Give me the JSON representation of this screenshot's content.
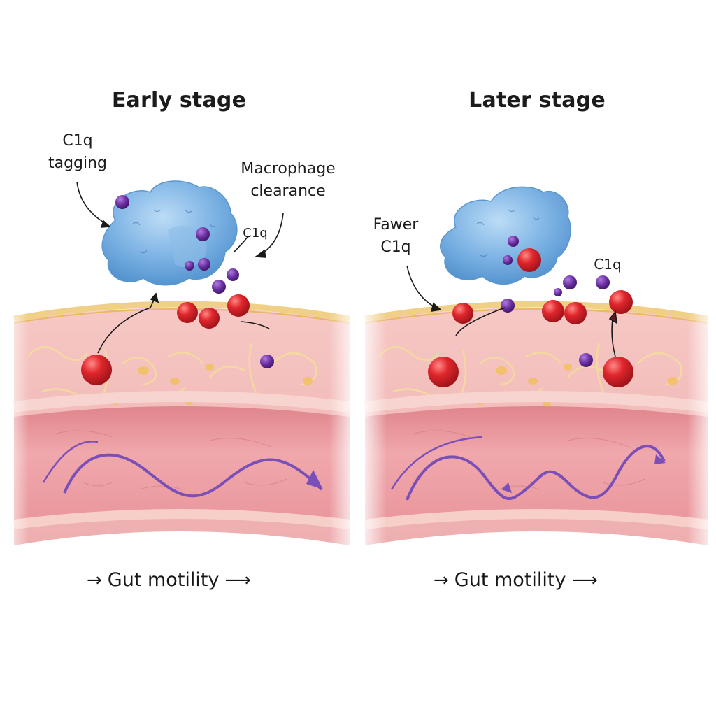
{
  "figure": {
    "panels": [
      {
        "id": "early",
        "title": "Early stage",
        "labels": {
          "c1q_tagging_line1": "C1q",
          "c1q_tagging_line2": "tagging",
          "macrophage_line1": "Macrophage",
          "macrophage_line2": "clearance",
          "c1q_small": "C1q"
        },
        "motility": {
          "text": "Gut motility",
          "arrow_left": "→",
          "arrow_right": "⟶"
        }
      },
      {
        "id": "later",
        "title": "Later stage",
        "labels": {
          "fewer_line1": "Fawer",
          "fewer_line2": "C1q",
          "c1q_small": "C1q"
        },
        "motility": {
          "text": "Gut motility",
          "arrow_left": "→",
          "arrow_right": "⟶"
        }
      }
    ],
    "colors": {
      "macrophage_blue": "#6fa8dc",
      "red_cell": "#d8262c",
      "c1q_purple": "#6a2fa0",
      "tissue_pink": "#f2b9b8",
      "lumen_pink": "#e88f95",
      "membrane_gold": "#f0cf86",
      "motility_arrow": "#7b4fb8"
    }
  }
}
